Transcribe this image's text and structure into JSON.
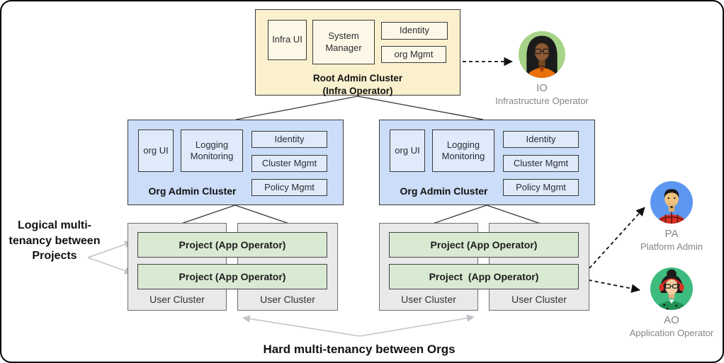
{
  "root_cluster": {
    "title": "Root Admin Cluster",
    "subtitle": "(Infra Operator)",
    "boxes": [
      "Infra UI",
      "System Manager",
      "Identity",
      "org Mgmt"
    ]
  },
  "orgs": [
    {
      "title": "Org Admin Cluster",
      "boxes": [
        "org UI",
        "Logging Monitoring",
        "Identity",
        "Cluster Mgmt",
        "Policy Mgmt"
      ],
      "projects": [
        "Project (App Operator)",
        "Project (App Operator)"
      ],
      "user_clusters": [
        "User Cluster",
        "User Cluster"
      ]
    },
    {
      "title": "Org Admin Cluster",
      "boxes": [
        "org UI",
        "Logging Monitoring",
        "Identity",
        "Cluster Mgmt",
        "Policy Mgmt"
      ],
      "projects": [
        "Project (App Operator)",
        "Project  (App Operator)"
      ],
      "user_clusters": [
        "User Cluster",
        "User Cluster"
      ]
    }
  ],
  "personas": [
    {
      "abbr": "IO",
      "role": "Infrastructure Operator"
    },
    {
      "abbr": "PA",
      "role": "Platform Admin"
    },
    {
      "abbr": "AO",
      "role": "Application Operator"
    }
  ],
  "annotations": {
    "left": "Logical multi-tenancy between Projects",
    "bottom": "Hard multi-tenancy between Orgs"
  },
  "colors": {
    "root_fill": "#FAF0CD",
    "root_inner_fill": "#FDF7E7",
    "org_fill": "#CBDDF8",
    "org_inner_fill": "#DFEAFB",
    "project_fill": "#D9EAD3",
    "user_cluster_fill": "#E9E9E9",
    "connector_dark": "#3f3f3f",
    "dashed_arrow": "#111111",
    "annotation_arrow_grey": "#c0c3c7",
    "io_avatar_bg": "#A6D388",
    "pa_avatar_bg": "#5B97F1",
    "ao_avatar_bg": "#3EBB7F"
  }
}
